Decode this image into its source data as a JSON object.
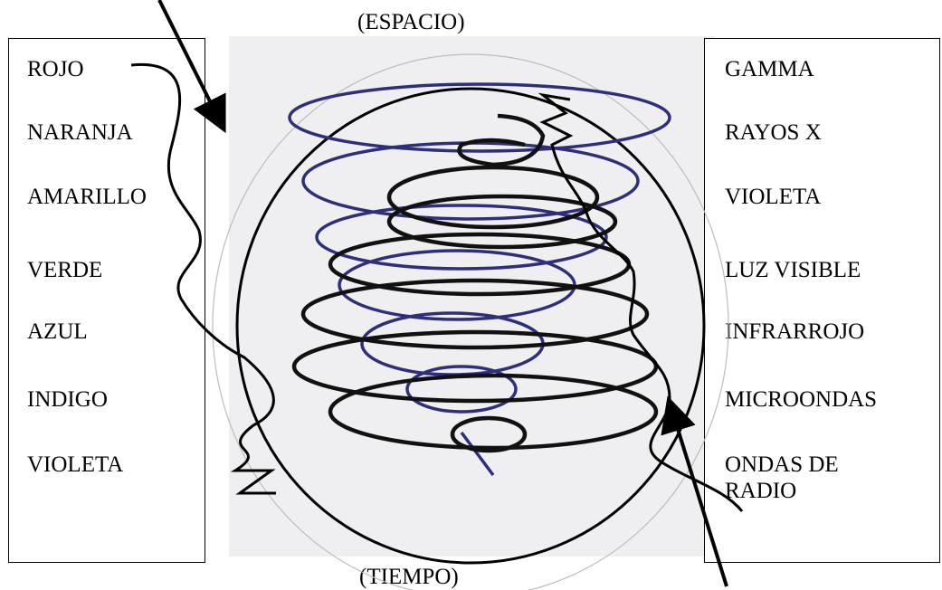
{
  "top_label": "(ESPACIO)",
  "bottom_label": "(TIEMPO)",
  "left_list": [
    "ROJO",
    "NARANJA",
    "AMARILLO",
    "VERDE",
    "AZUL",
    "INDIGO",
    "VIOLETA"
  ],
  "right_list": [
    "GAMMA",
    "RAYOS X",
    "VIOLETA",
    "LUZ VISIBLE",
    "INFRARROJO",
    "MICROONDAS",
    "ONDAS DE RADIO"
  ],
  "colors": {
    "ink": "#000000",
    "blue_ink": "#2e2f7a",
    "photo_bg": "#efeff1"
  }
}
